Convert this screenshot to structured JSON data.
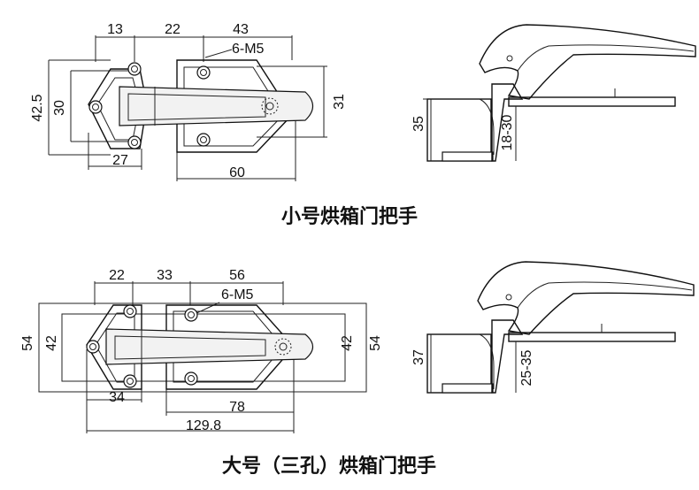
{
  "small": {
    "caption": "小号烘箱门把手",
    "dims": {
      "top_a": "13",
      "top_b": "22",
      "top_c": "43",
      "screws": "6-M5",
      "left_outer": "42.5",
      "left_inner": "30",
      "right_h": "31",
      "bottom_left": "27",
      "bottom_right": "60",
      "side_base": "35",
      "side_range": "18-30"
    }
  },
  "large": {
    "caption": "大号（三孔）烘箱门把手",
    "dims": {
      "top_a": "22",
      "top_b": "33",
      "top_c": "56",
      "screws": "6-M5",
      "left_outer": "54",
      "left_inner": "42",
      "right_inner": "42",
      "right_outer": "54",
      "bottom_left": "34",
      "bottom_mid": "78",
      "bottom_total": "129.8",
      "side_base": "37",
      "side_range": "25-35"
    }
  },
  "icons": [
    "screw-hole-icon",
    "latch-hook-icon"
  ]
}
